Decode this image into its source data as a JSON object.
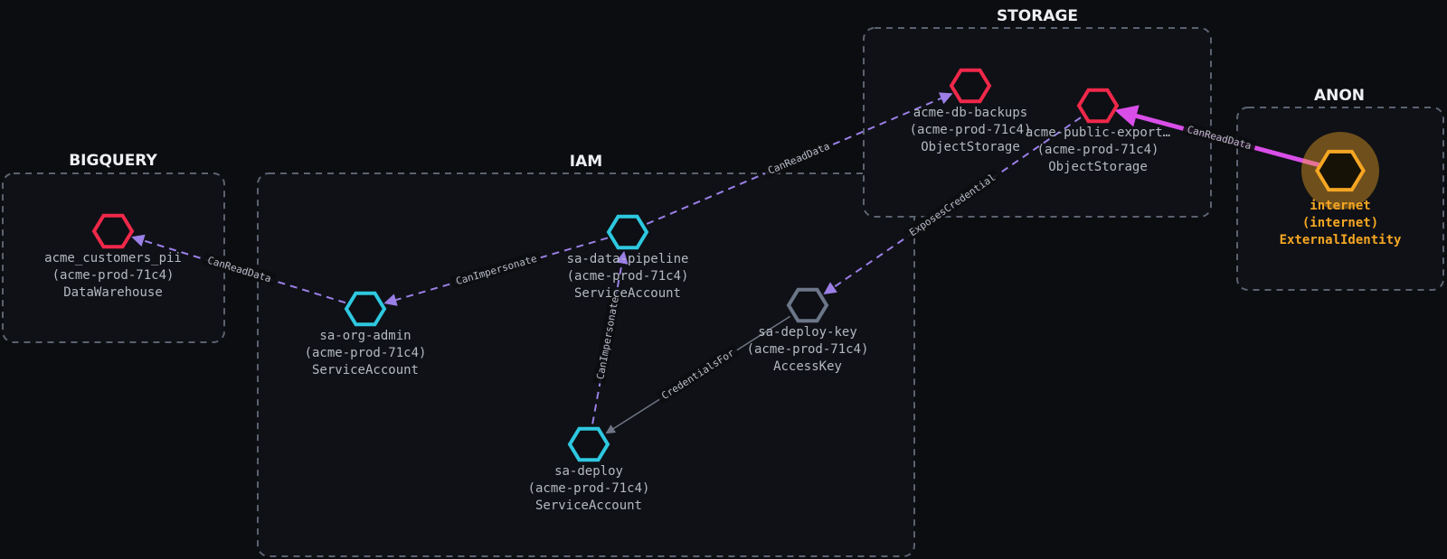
{
  "colors": {
    "background": "#0c0d10",
    "storage_node": "#f0284a",
    "identity_node": "#2ec8e0",
    "key_node": "#6c7689",
    "external_node": "#f5a623",
    "edge_dashed": "#9b7fe6",
    "edge_solid": "#6f7584",
    "edge_attack": "#d94ee8"
  },
  "groups": [
    {
      "id": "bigquery",
      "title": "BIGQUERY"
    },
    {
      "id": "iam",
      "title": "IAM"
    },
    {
      "id": "storage",
      "title": "STORAGE"
    },
    {
      "id": "anon",
      "title": "ANON"
    }
  ],
  "nodes": [
    {
      "id": "acme_customers_pii",
      "kind": "storage",
      "lines": [
        "acme_customers_pii",
        "(acme-prod-71c4)",
        "DataWarehouse"
      ]
    },
    {
      "id": "sa_org_admin",
      "kind": "identity",
      "lines": [
        "sa-org-admin",
        "(acme-prod-71c4)",
        "ServiceAccount"
      ]
    },
    {
      "id": "sa_data_pipeline",
      "kind": "identity",
      "lines": [
        "sa-data-pipeline",
        "(acme-prod-71c4)",
        "ServiceAccount"
      ]
    },
    {
      "id": "sa_deploy_key",
      "kind": "key",
      "lines": [
        "sa-deploy-key",
        "(acme-prod-71c4)",
        "AccessKey"
      ]
    },
    {
      "id": "sa_deploy",
      "kind": "identity",
      "lines": [
        "sa-deploy",
        "(acme-prod-71c4)",
        "ServiceAccount"
      ]
    },
    {
      "id": "acme_db_backups",
      "kind": "storage",
      "lines": [
        "acme-db-backups",
        "(acme-prod-71c4)",
        "ObjectStorage"
      ]
    },
    {
      "id": "acme_public_export",
      "kind": "storage",
      "lines": [
        "acme-public-export…",
        "(acme-prod-71c4)",
        "ObjectStorage"
      ]
    },
    {
      "id": "internet",
      "kind": "external",
      "highlight": true,
      "lines": [
        "internet",
        "(internet)",
        "ExternalIdentity"
      ]
    }
  ],
  "edges": [
    {
      "from": "sa_org_admin",
      "to": "acme_customers_pii",
      "label": "CanReadData",
      "style": "dashed"
    },
    {
      "from": "sa_data_pipeline",
      "to": "sa_org_admin",
      "label": "CanImpersonate",
      "style": "dashed"
    },
    {
      "from": "sa_data_pipeline",
      "to": "acme_db_backups",
      "label": "CanReadData",
      "style": "dashed"
    },
    {
      "from": "sa_deploy",
      "to": "sa_data_pipeline",
      "label": "CanImpersonate",
      "style": "dashed"
    },
    {
      "from": "sa_deploy_key",
      "to": "sa_deploy",
      "label": "CredentialsFor",
      "style": "solid"
    },
    {
      "from": "acme_public_export",
      "to": "sa_deploy_key",
      "label": "ExposesCredential",
      "style": "dashed"
    },
    {
      "from": "internet",
      "to": "acme_public_export",
      "label": "CanReadData",
      "style": "attack"
    }
  ]
}
